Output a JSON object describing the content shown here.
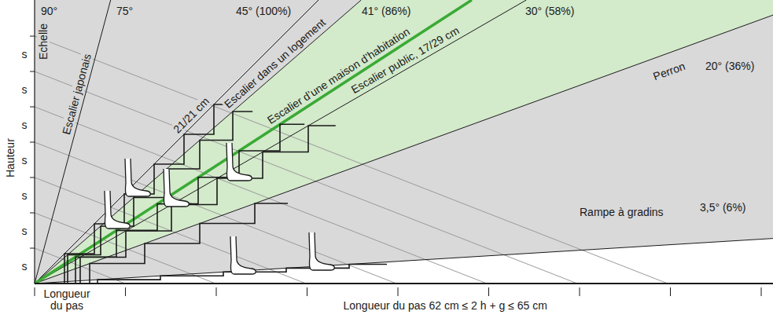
{
  "diagram": {
    "labels": [
      "90°",
      "75°",
      "45° (100%)",
      "41° (86%)",
      "30° (58%)",
      "Echelle",
      "Escalier japonais",
      "21/21 cm",
      "Escalier dans un logement",
      "Escalier d’une maison d’habitation",
      "Escalier public, 17/29 cm",
      "Perron",
      "20° (36%)",
      "Rampe à gradins",
      "3,5° (6%)",
      "Hauteur",
      "s",
      "s",
      "s",
      "s",
      "s",
      "s",
      "s",
      "Longueur du pas",
      "Longueur du pas 62 cm ≤ 2 h + g ≤ 65 cm"
    ]
  }
}
